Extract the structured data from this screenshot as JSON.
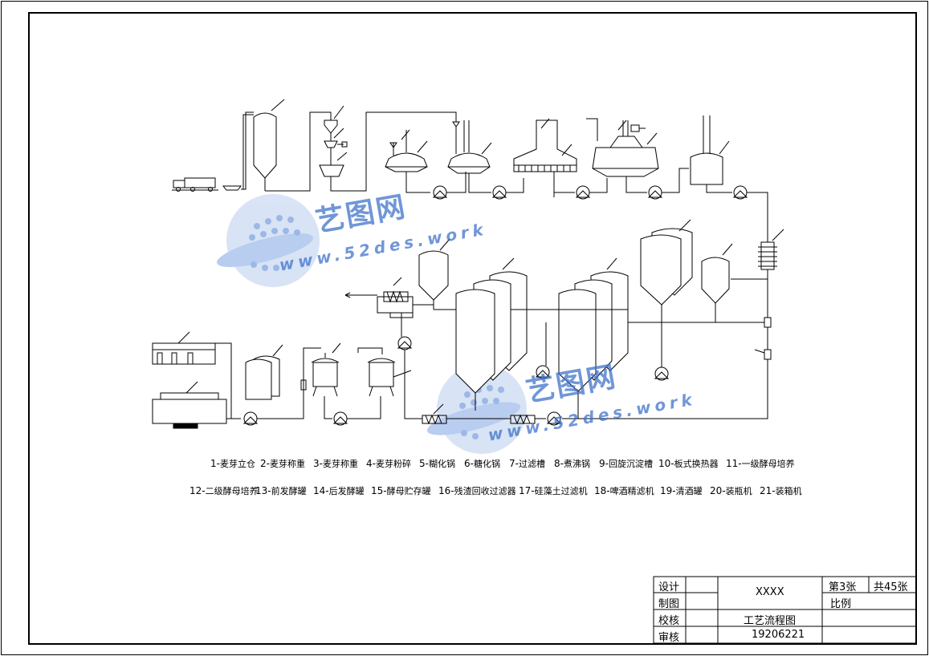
{
  "drawing": {
    "legend_row1": [
      {
        "num": "1-",
        "name": "麦芽立仓"
      },
      {
        "num": "2-",
        "name": "麦芽称重"
      },
      {
        "num": "3-",
        "name": "麦芽称重"
      },
      {
        "num": "4-",
        "name": "麦芽粉碎"
      },
      {
        "num": "5-",
        "name": "糊化锅"
      },
      {
        "num": "6-",
        "name": "糖化锅"
      },
      {
        "num": "7-",
        "name": "过滤槽"
      },
      {
        "num": "8-",
        "name": "煮沸锅"
      },
      {
        "num": "9-",
        "name": "回旋沉淀槽"
      },
      {
        "num": "10-",
        "name": "板式换热器"
      },
      {
        "num": "11-",
        "name": "一级酵母培养"
      }
    ],
    "legend_row2": [
      {
        "num": "12-",
        "name": "二级酵母培养"
      },
      {
        "num": "13-",
        "name": "前发酵罐"
      },
      {
        "num": "14-",
        "name": "后发酵罐"
      },
      {
        "num": "15-",
        "name": "酵母贮存罐"
      },
      {
        "num": "16-",
        "name": "残渣回收过滤器"
      },
      {
        "num": "17-",
        "name": "硅藻土过滤机"
      },
      {
        "num": "18-",
        "name": "啤酒精滤机"
      },
      {
        "num": "19-",
        "name": "清酒罐"
      },
      {
        "num": "20-",
        "name": "装瓶机"
      },
      {
        "num": "21-",
        "name": "装箱机"
      }
    ]
  },
  "title_block": {
    "design": "设计",
    "drafting": "制图",
    "checking": "校核",
    "review": "审核",
    "project": "XXXX",
    "sheet_no": "第3张",
    "sheet_total": "共45张",
    "scale": "比例",
    "drawing_title": "工艺流程图",
    "drawing_no": "19206221"
  },
  "watermark": {
    "brand": "艺图网",
    "url": "www.52des.work"
  }
}
